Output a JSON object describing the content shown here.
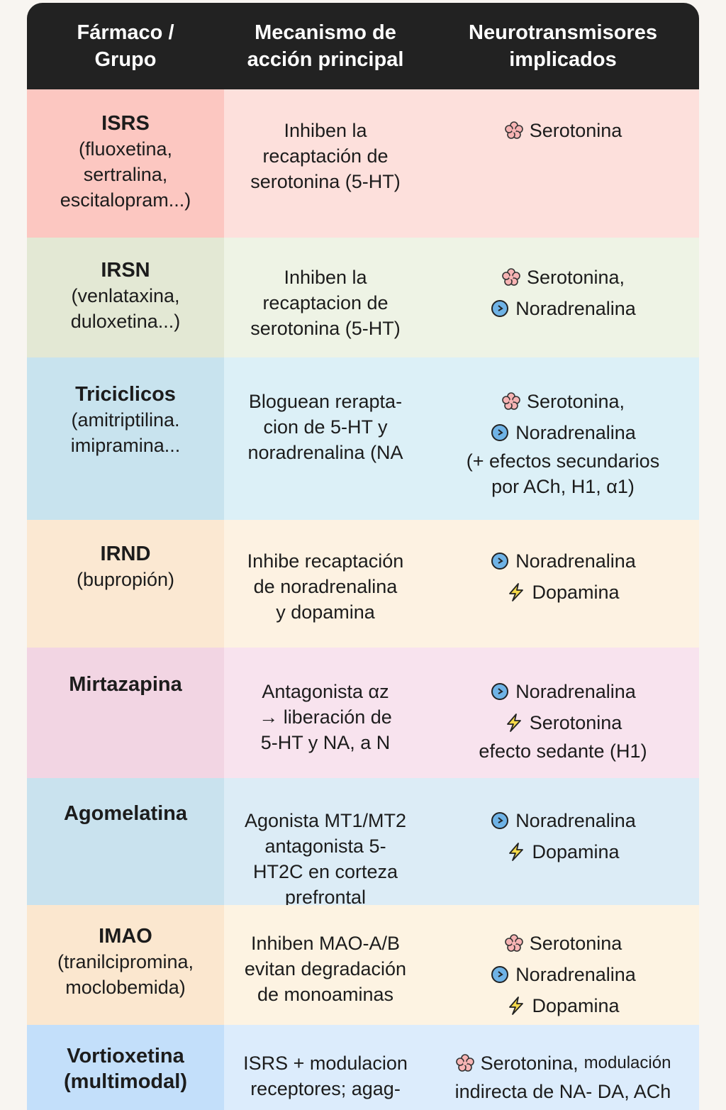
{
  "header": [
    "Fármaco /\nGrupo",
    "Mecanismo de\nacción principal",
    "Neurotransmisores\nimplicados"
  ],
  "rows": [
    {
      "height": 209,
      "pad": 30,
      "colors": [
        "#fcc7c1",
        "#fde0dc"
      ],
      "name": "ISRS",
      "sub": [
        "(fluoxetina,",
        "sertralina,",
        "escitalopram...)"
      ],
      "mech": [
        "Inhiben la",
        "recaptación de",
        "serotonina (5-HT)"
      ],
      "nt": [
        {
          "icon": "flower",
          "text": "Serotonina"
        }
      ],
      "extra": []
    },
    {
      "height": 169,
      "pad": 28,
      "colors": [
        "#e3e8d4",
        "#eef3e5"
      ],
      "name": "IRSN",
      "sub": [
        "(venlataxina,",
        "duloxetina...)"
      ],
      "mech": [
        "Inhiben la",
        "recaptacion de",
        "serotonina (5-HT)"
      ],
      "nt": [
        {
          "icon": "flower",
          "text": "Serotonina,"
        },
        {
          "icon": "circle-arrow",
          "text": "Noradrenalina"
        }
      ],
      "extra": []
    },
    {
      "height": 229,
      "pad": 34,
      "colors": [
        "#c8e3ee",
        "#dcf0f7"
      ],
      "name": "Triciclicos",
      "sub": [
        "(amitriptilina.",
        "imipramina..."
      ],
      "mech": [
        "Bloguean rerapta-",
        "cion de 5-HT y",
        "noradrenalina (NA"
      ],
      "nt": [
        {
          "icon": "flower",
          "text": "Serotonina,"
        },
        {
          "icon": "circle-arrow",
          "text": "Noradrenalina"
        }
      ],
      "extra": [
        "(+ efectos secundarios",
        "por ACh, H1, α1)"
      ]
    },
    {
      "height": 180,
      "pad": 30,
      "colors": [
        "#fbe8d2",
        "#fdf2e2"
      ],
      "name": "IRND",
      "sub": [
        "(bupropión)"
      ],
      "mech": [
        "Inhibe recaptación",
        "de noradrenalina",
        "y dopamina"
      ],
      "nt": [
        {
          "icon": "circle-arrow",
          "text": "Noradrenalina"
        },
        {
          "icon": "bolt",
          "text": "Dopamina"
        }
      ],
      "extra": []
    },
    {
      "height": 184,
      "pad": 34,
      "colors": [
        "#f2d5e3",
        "#f8e3ee"
      ],
      "name": "Mirtazapina",
      "sub": [],
      "mech": [
        "Antagonista αz",
        "→ liberación de",
        "5-HT y NA, a N"
      ],
      "nt": [
        {
          "icon": "circle-arrow",
          "text": "Noradrenalina"
        },
        {
          "icon": "bolt",
          "text": "Serotonina"
        }
      ],
      "extra": [
        "efecto sedante (H1)"
      ]
    },
    {
      "height": 179,
      "pad": 32,
      "colors": [
        "#c9e2ee",
        "#dcecf6"
      ],
      "name": "Agomelatina",
      "sub": [],
      "mech": [
        "Agonista MT1/MT2",
        "antagonista 5-",
        "HT2C en corteza",
        "prefrontal"
      ],
      "nt": [
        {
          "icon": "circle-arrow",
          "text": "Noradrenalina"
        },
        {
          "icon": "bolt",
          "text": "Dopamina"
        }
      ],
      "extra": []
    },
    {
      "height": 169,
      "pad": 26,
      "colors": [
        "#fbe7cf",
        "#fdf3e2"
      ],
      "name": "IMAO",
      "sub": [
        "(tranilcipromina,",
        "moclobemida)"
      ],
      "mech": [
        "Inhiben MAO-A/B",
        "evitan degradación",
        "de monoaminas"
      ],
      "nt": [
        {
          "icon": "flower",
          "text": "Serotonina"
        },
        {
          "icon": "circle-arrow",
          "text": "Noradrenalina"
        },
        {
          "icon": "bolt",
          "text": "Dopamina"
        }
      ],
      "extra": []
    },
    {
      "height": 120,
      "pad": 26,
      "colors": [
        "#c3dffa",
        "#dcecfc"
      ],
      "name": "Vortioxetina",
      "sub": [
        "(multimodal)"
      ],
      "subbold": true,
      "mech": [
        "ISRS + modulacion",
        "receptores; agag-"
      ],
      "nt": [
        {
          "icon": "flower",
          "text": "Serotonina,",
          "small": "modulación"
        }
      ],
      "extra": [
        "indirecta de NA- DA, ACh"
      ]
    }
  ]
}
